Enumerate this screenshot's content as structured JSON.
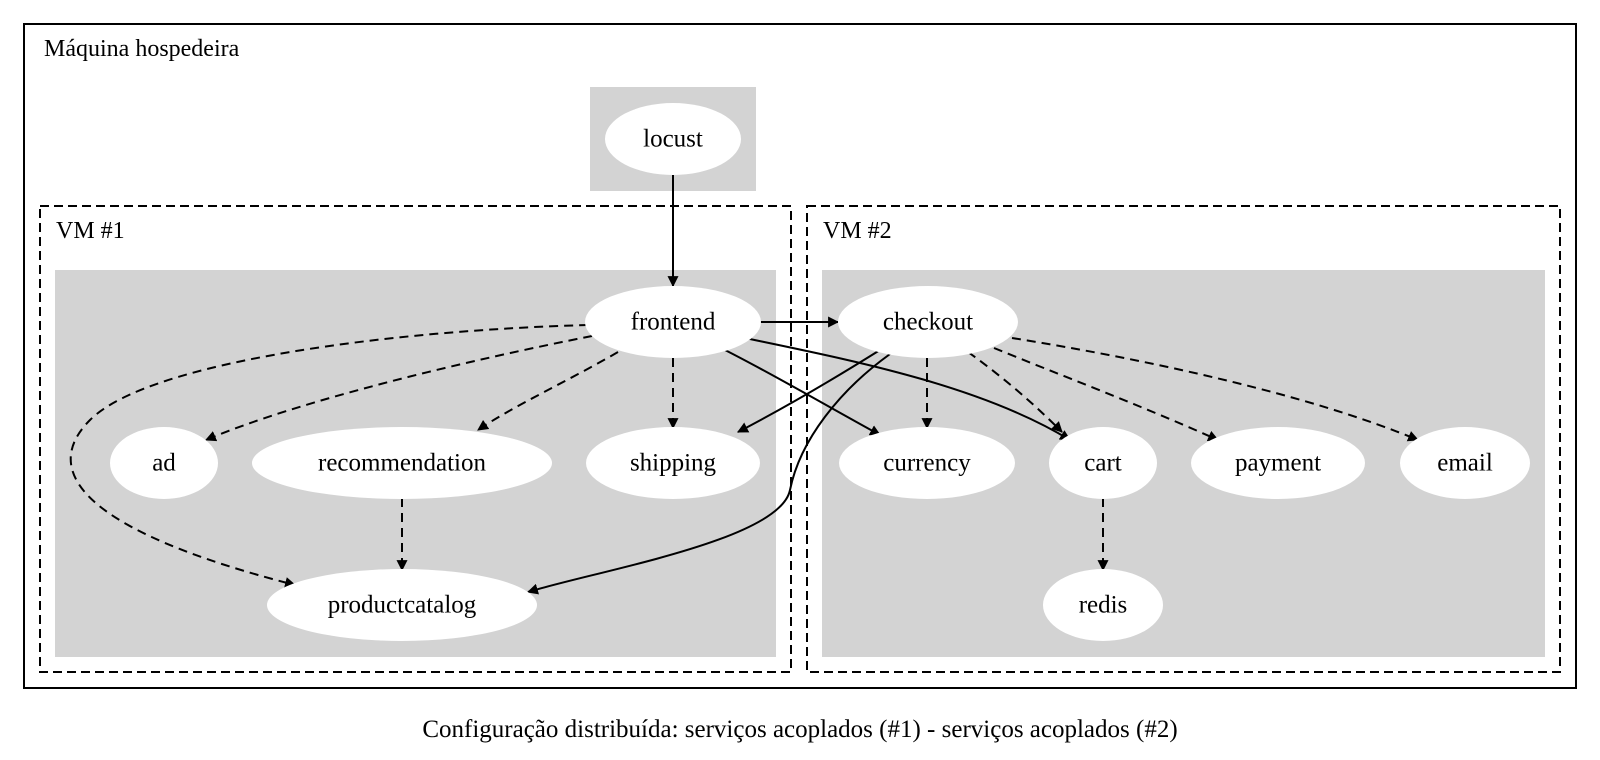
{
  "host": {
    "label": "Máquina hospedeira"
  },
  "vm1": {
    "label": "VM #1"
  },
  "vm2": {
    "label": "VM #2"
  },
  "nodes": {
    "locust": "locust",
    "frontend": "frontend",
    "checkout": "checkout",
    "ad": "ad",
    "recommendation": "recommendation",
    "shipping": "shipping",
    "currency": "currency",
    "cart": "cart",
    "payment": "payment",
    "email": "email",
    "productcatalog": "productcatalog",
    "redis": "redis"
  },
  "caption": "Configuração distribuída: serviços acoplados (#1) - serviços acoplados (#2)"
}
